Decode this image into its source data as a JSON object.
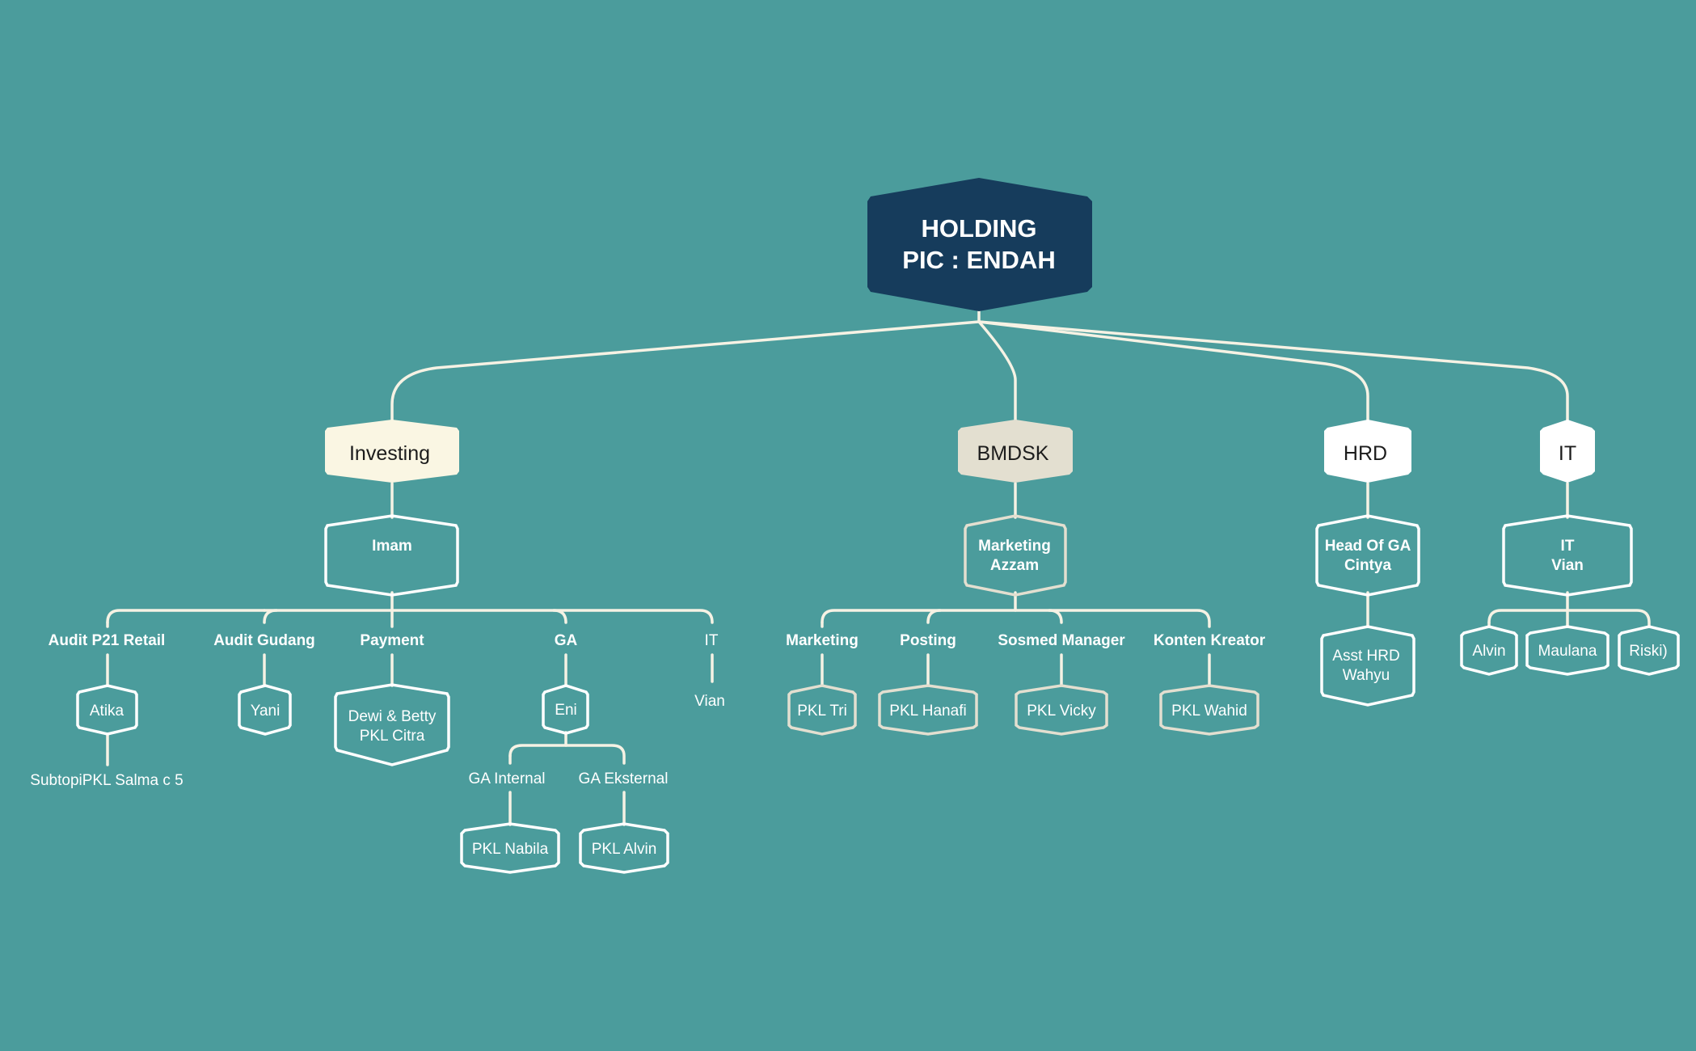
{
  "root": {
    "line1": "HOLDING",
    "line2": "PIC : ENDAH"
  },
  "branches": {
    "investing": "Investing",
    "bmdsk": "BMDSK",
    "hrd": "HRD",
    "it": "IT"
  },
  "investing": {
    "head": "Imam",
    "sub": {
      "audit_p21": "Audit P21 Retail",
      "audit_gudang": "Audit Gudang",
      "payment": "Payment",
      "ga": "GA",
      "it": "IT"
    },
    "atika": "Atika",
    "subtopic_salma": "SubtopiPKL Salma c 5",
    "yani": "Yani",
    "dewi_line1": "Dewi & Betty",
    "dewi_line2": "PKL Citra",
    "eni": "Eni",
    "ga_internal": "GA Internal",
    "ga_eksternal": "GA Eksternal",
    "pkl_nabila": "PKL Nabila",
    "pkl_alvin": "PKL Alvin",
    "vian": "Vian"
  },
  "bmdsk": {
    "head_line1": "Marketing",
    "head_line2": "Azzam",
    "sub": {
      "marketing": "Marketing",
      "posting": "Posting",
      "sosmed": "Sosmed Manager",
      "konten": "Konten Kreator"
    },
    "pkl_tri": "PKL Tri",
    "pkl_hanafi": "PKL Hanafi",
    "pkl_vicky": "PKL Vicky",
    "pkl_wahid": "PKL Wahid"
  },
  "hrd": {
    "head_line1": "Head Of GA",
    "head_line2": "Cintya",
    "asst_line1": "Asst HRD",
    "asst_line2": "Wahyu"
  },
  "it": {
    "head_line1": "IT",
    "head_line2": "Vian",
    "alvin": "Alvin",
    "maulana": "Maulana",
    "riski": "Riski)"
  },
  "colors": {
    "background": "#4b9c9c",
    "root_fill": "#163c5c",
    "investing_fill": "#faf6e3",
    "bmdsk_fill": "#e3dfd0",
    "hrd_fill": "#ffffff",
    "it_fill": "#ffffff",
    "connector": "#f6f2e4"
  }
}
